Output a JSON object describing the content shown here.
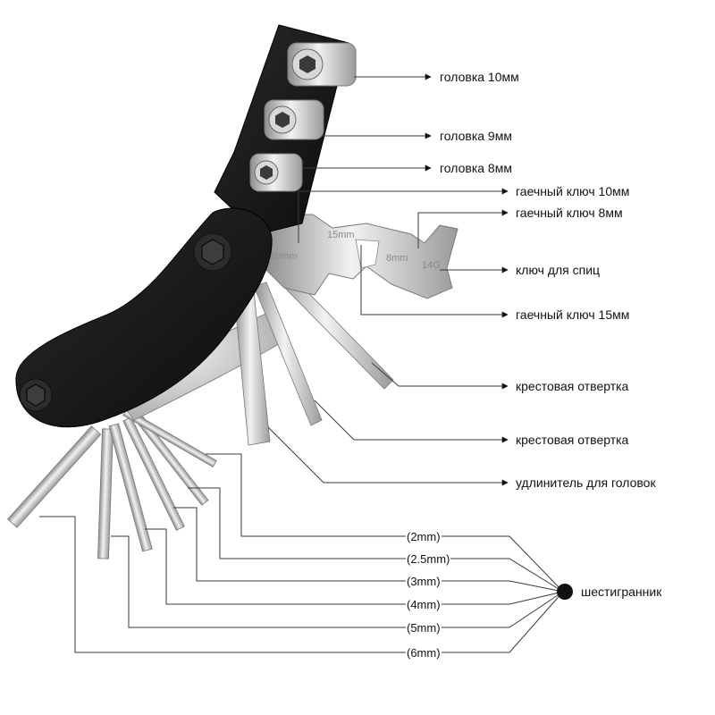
{
  "callouts": {
    "socket_10": "головка 10мм",
    "socket_9": "головка 9мм",
    "socket_8": "головка 8мм",
    "wrench_10": "гаечный ключ 10мм",
    "wrench_8": "гаечный ключ 8мм",
    "spoke_key": "ключ для спиц",
    "wrench_15": "гаечный ключ 15мм",
    "phillips_1": "крестовая отвертка",
    "phillips_2": "крестовая отвертка",
    "socket_extension": "удлинитель для головок",
    "hex_group": "шестигранник"
  },
  "hex_sizes": [
    "(2mm)",
    "(2.5mm)",
    "(3mm)",
    "(4mm)",
    "(5mm)",
    "(6mm)"
  ],
  "tool_engravings": {
    "mark_15": "15mm",
    "mark_10": "10mm",
    "mark_8": "8mm",
    "mark_14g": "14G"
  },
  "colors": {
    "body": "#161616",
    "steel": "#c8c8c8",
    "line": "#3a3a3a",
    "text": "#111111"
  }
}
